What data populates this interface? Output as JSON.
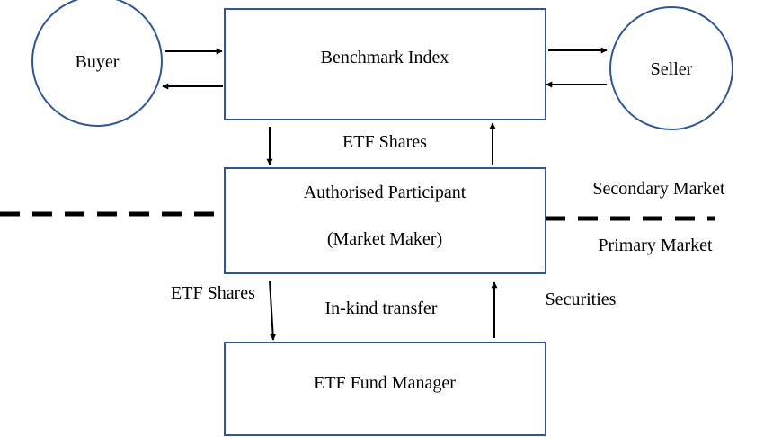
{
  "colors": {
    "box_stroke": "#2f5597",
    "line": "#000000",
    "text": "#000000",
    "background": "#ffffff"
  },
  "nodes": {
    "buyer": "Buyer",
    "seller": "Seller",
    "benchmark_index": "Benchmark Index",
    "authorised_participant": "Authorised Participant",
    "market_maker": "(Market Maker)",
    "etf_fund_manager": "ETF Fund Manager"
  },
  "labels": {
    "etf_shares_upper": "ETF Shares",
    "etf_shares_lower": "ETF Shares",
    "in_kind_transfer": "In-kind transfer",
    "securities": "Securities",
    "secondary_market": "Secondary Market",
    "primary_market": "Primary Market"
  }
}
